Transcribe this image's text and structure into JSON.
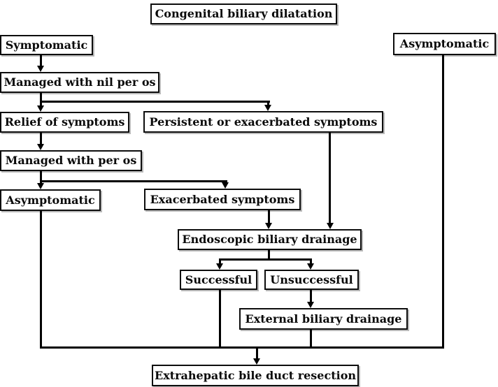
{
  "diagram": {
    "title": "Congenital biliary dilatation",
    "nodes": {
      "root": {
        "label": "Congenital biliary dilatation"
      },
      "symptomatic": {
        "label": "Symptomatic"
      },
      "asym_right": {
        "label": "Asymptomatic"
      },
      "nil_per_os": {
        "label": "Managed with nil per os"
      },
      "relief": {
        "label": "Relief of symptoms"
      },
      "persistent": {
        "label": "Persistent or exacerbated symptoms"
      },
      "per_os": {
        "label": "Managed with per os"
      },
      "asym_left": {
        "label": "Asymptomatic"
      },
      "exacerbated": {
        "label": "Exacerbated symptoms"
      },
      "endoscopic": {
        "label": "Endoscopic biliary drainage"
      },
      "successful": {
        "label": "Successful"
      },
      "unsuccessful": {
        "label": "Unsuccessful"
      },
      "external": {
        "label": "External biliary drainage"
      },
      "resection": {
        "label": "Extrahepatic bile duct resection"
      }
    },
    "edges": [
      {
        "from": "Symptomatic",
        "to": "Managed with nil per os"
      },
      {
        "from": "Managed with nil per os",
        "to": "Relief of symptoms"
      },
      {
        "from": "Managed with nil per os",
        "to": "Persistent or exacerbated symptoms"
      },
      {
        "from": "Relief of symptoms",
        "to": "Managed with per os"
      },
      {
        "from": "Managed with per os",
        "to": "Asymptomatic (left)"
      },
      {
        "from": "Managed with per os",
        "to": "Exacerbated symptoms"
      },
      {
        "from": "Exacerbated symptoms",
        "to": "Endoscopic biliary drainage"
      },
      {
        "from": "Persistent or exacerbated symptoms",
        "to": "Endoscopic biliary drainage"
      },
      {
        "from": "Endoscopic biliary drainage",
        "to": "Successful"
      },
      {
        "from": "Endoscopic biliary drainage",
        "to": "Unsuccessful"
      },
      {
        "from": "Unsuccessful",
        "to": "External biliary drainage"
      },
      {
        "from": "Successful",
        "to": "Extrahepatic bile duct resection"
      },
      {
        "from": "External biliary drainage",
        "to": "Extrahepatic bile duct resection"
      },
      {
        "from": "Asymptomatic (left)",
        "to": "Extrahepatic bile duct resection"
      },
      {
        "from": "Asymptomatic (right)",
        "to": "Extrahepatic bile duct resection"
      }
    ],
    "colors": {
      "background": "#ffffff",
      "box_fill": "#ffffff",
      "box_border": "#0d0d0d",
      "line": "#000000",
      "text": "#0a0a0a"
    }
  }
}
